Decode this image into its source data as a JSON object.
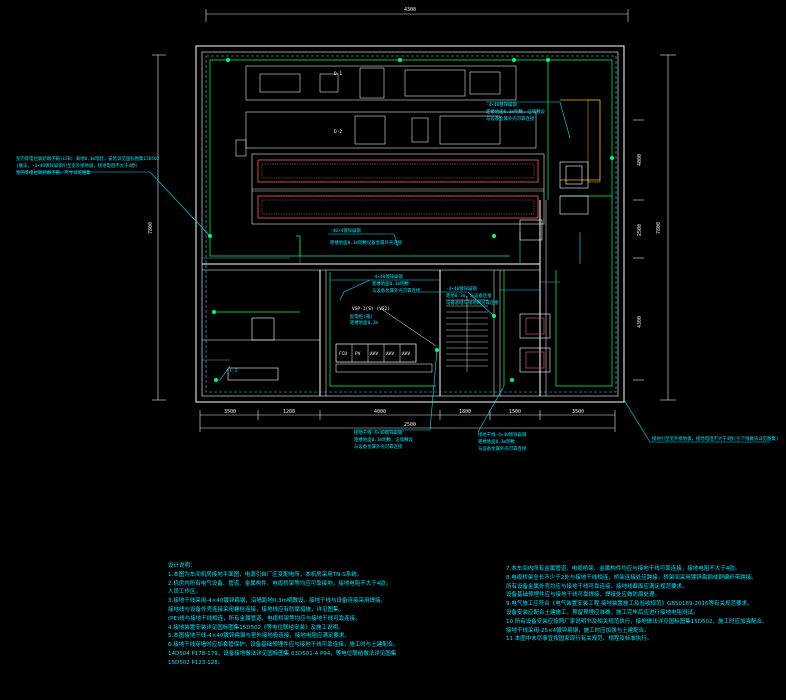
{
  "drawing": {
    "dims": {
      "top_total": "4300",
      "left_total": "7800",
      "right_total": "7800",
      "right_upper": "4000",
      "right_mid": "2500",
      "right_lower": "4300",
      "bottom_total": "2500",
      "bottom_segments": [
        "3500",
        "1200",
        "4000",
        "1800",
        "1500",
        "3500"
      ]
    },
    "equipment": {
      "ahu_labels": [
        "D-1",
        "D-2"
      ],
      "panel_labels": [
        "FCU",
        "PV",
        "AAV",
        "AAV",
        "AAV"
      ],
      "panel_title": "VSP-1(S) (VS2)",
      "room_tag": "L-2"
    },
    "annotations": {
      "left_callout": [
        "室内等电位联结端子箱(LEB) 离地0.3m暗装，安装详见国标图集15D502",
        "(做法，-4×40镀锌扁钢引至室外接地极，接地电阻不大于4欧)",
        "室内等电位联结端子箱，尺寸详见图集"
      ],
      "top_right_callout": [
        "-4×40镀锌扁钢",
        "距楼地面0.3m明敷，沿墙敷设",
        "与设备金属外壳可靠连接"
      ],
      "mid_callout_1": [
        "-40×4镀锌扁钢",
        "距楼地面0.3m明敷设备金属外壳连接"
      ],
      "mid_callout_2": [
        "-4×40镀锌扁钢",
        "距楼地面0.3m明敷",
        "与设备金属外壳可靠连接"
      ],
      "mid_callout_3": [
        "-4×40镀锌扁钢",
        "距地0.3m，与设备连接",
        "设备基础与接地网可靠连接"
      ],
      "room_callout": [
        "配电柜(箱)",
        "距楼地面0.3m"
      ],
      "bottom_callout_1": [
        "接地干线-4×40镀锌扁钢",
        "距楼地面0.3m明敷，沿墙敷设",
        "与设备金属外壳可靠连接"
      ],
      "bottom_callout_2": [
        "接地干线-4×40镀锌扁钢",
        "距楼地面0.3m明敷",
        "与设备金属外壳可靠连接"
      ],
      "right_long_callout": "接地引至室外接地极，接地电阻不大于4欧(引下线做法详见图集)"
    }
  },
  "notes": {
    "title": "设计说明：",
    "left": [
      "1.本图为车间机房接地平面图，电源引自厂区变配电所，本机房采用TN-S系统。",
      "2.机房内所有电气设备、管道、金属构件、电缆桥架等均应可靠接地，接地电阻不大于4欧。",
      "  人员工作区。",
      "3.接地干线采用-4×40镀锌扁钢，沿墙距地0.3m明敷设，接地干线与设备连接采用焊接。",
      "  接地线与设备外壳连接采用螺栓连接，接地线应有防腐措施，详见图集。",
      "  (PE)线与接地干线相连，所有金属管道、电缆桥架等均应与接地干线可靠连接。",
      "4.接地装置安装详见国标图集15D502《等电位联结安装》及施工说明。",
      "5.本图接地干线-4×40镀锌扁钢与室外接地极连接，接地电阻应满足要求。",
      "6.接地干线穿墙时应加套管保护，设备基础预埋件应与接地干线可靠连接，施工时与土建配合。",
      "  14D504 P178-179，设备接地做法详见国标图集 03D501-4 P94，等电位联结做法详见图集",
      "  15D502 P123-128。"
    ],
    "right": [
      "7.本车间内所有金属管道、电缆桥架、金属构件均应与接地干线可靠连接，接地电阻不大于4欧。",
      "8.电缆桥架全长不少于2处与接地干线相连，桥架连接处应跨接，桥架间采用镀锌扁钢或铜编织带跨接。",
      "  所有设备金属外壳均应与接地干线可靠连接，接地线截面应满足规范要求。",
      "  设备基础预埋件应与接地干线可靠焊接，焊接处应做防腐处理。",
      "9.电气施工应符合《电气装置安装工程 接地装置施工及验收规范》GB50169-2016等有关规范要求。",
      "  设备安装应配合土建施工，预留预埋应准确，施工完毕后应进行接地电阻测试。",
      "10.所有设备安装应按照厂家说明书及相关规范执行，接地做法详见国标图集15D502，施工时应加强配合。",
      "  接地干线采用-25×4镀锌扁钢，施工时应加强与土建配合。",
      "11.本图中未尽事宜按国家现行有关规范、规程及标准执行。"
    ]
  }
}
